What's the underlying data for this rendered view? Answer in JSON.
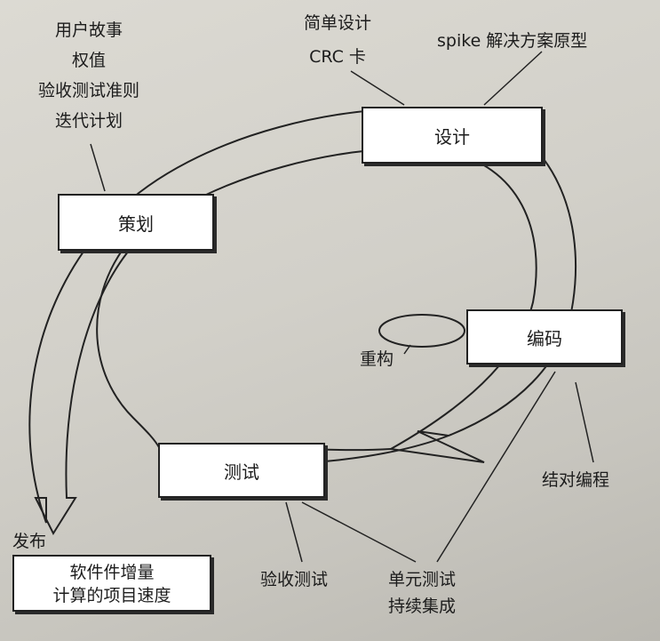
{
  "phases": {
    "planning": "策划",
    "design": "设计",
    "coding": "编码",
    "testing": "测试"
  },
  "notes": {
    "planning": [
      "用户故事",
      "权值",
      "验收测试准则",
      "迭代计划"
    ],
    "design_left": [
      "简单设计",
      "CRC 卡"
    ],
    "design_right": "spike 解决方案原型",
    "refactoring": "重构",
    "pair_programming": "结对编程",
    "acceptance_test": "验收测试",
    "unit_test": [
      "单元测试",
      "持续集成"
    ]
  },
  "release": {
    "label": "发布",
    "box_lines": [
      "软件件增量",
      "计算的项目速度"
    ]
  }
}
